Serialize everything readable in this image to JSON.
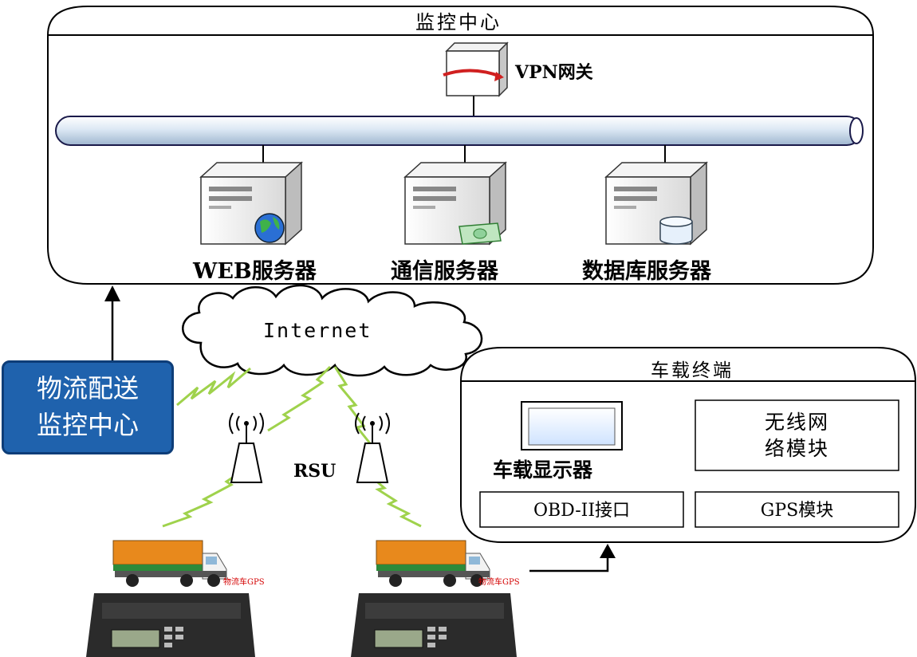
{
  "monitor_center": {
    "title": "监控中心",
    "gateway_label": "VPN网关",
    "servers": [
      {
        "label": "WEB服务器",
        "icon": "globe-icon"
      },
      {
        "label": "通信服务器",
        "icon": "banknote-icon"
      },
      {
        "label": "数据库服务器",
        "icon": "database-icon"
      }
    ]
  },
  "network": {
    "internet_label": "Internet",
    "rsu_label": "RSU"
  },
  "logistics_box": {
    "line1": "物流配送",
    "line2": "监控中心"
  },
  "vehicle_terminal": {
    "title": "车载终端",
    "display_label": "车载显示器",
    "wireless_line1": "无线网",
    "wireless_line2": "络模块",
    "obd_label": "OBD-II接口",
    "gps_label": "GPS模块"
  },
  "trucks": [
    {
      "label": "物流车GPS"
    },
    {
      "label": "物流车GPS"
    }
  ],
  "colors": {
    "blue_box": "#1f62ad",
    "truck_cargo": "#e8891c",
    "truck_stripe": "#2d8a3a",
    "lightning": "#9fd24c"
  }
}
